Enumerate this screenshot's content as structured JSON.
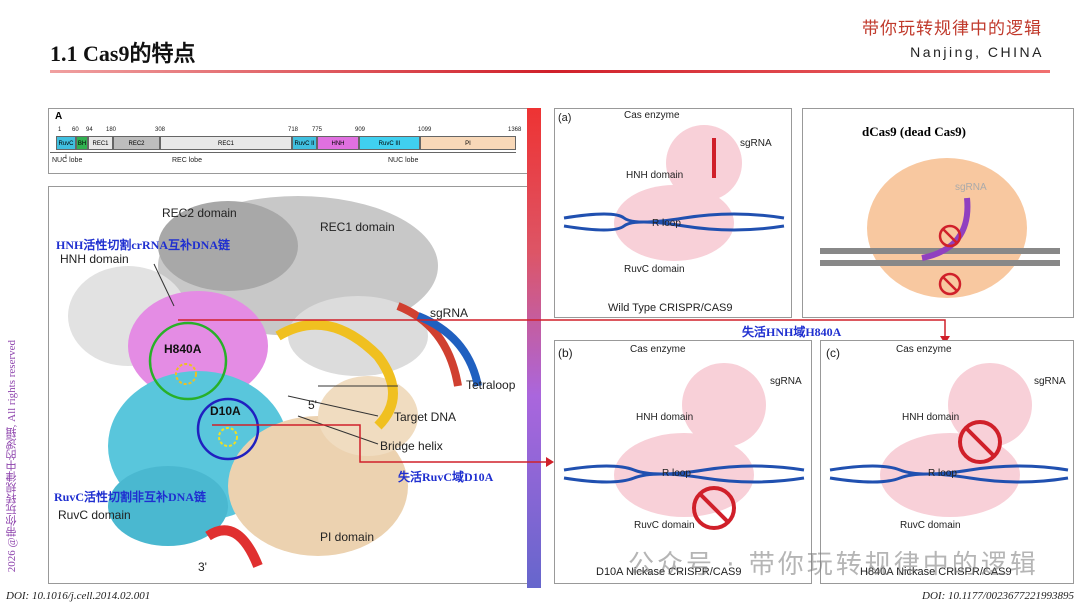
{
  "header": {
    "title": "1.1 Cas9的特点",
    "brand": "带你玩转规律中的逻辑",
    "location": "Nanjing, CHINA"
  },
  "side_watermark": "2026 @带你玩转规律中的逻辑, All rights reserved",
  "footer": {
    "doi_left": "DOI: 10.1016/j.cell.2014.02.001",
    "doi_right": "DOI: 10.1177/0023677221993895"
  },
  "domain_bar": {
    "panel_label": "A",
    "positions": [
      "1",
      "60",
      "94",
      "180",
      "308",
      "718",
      "775",
      "909",
      "1099",
      "1368"
    ],
    "segments": [
      "RuvC I",
      "BH",
      "REC1",
      "REC2",
      "REC1",
      "RuvC II",
      "HNH",
      "RuvC III",
      "PI"
    ],
    "lobes": [
      "NUC lobe",
      "REC lobe",
      "NUC lobe"
    ]
  },
  "structure": {
    "labels": {
      "rec2": "REC2 domain",
      "rec1": "REC1 domain",
      "hnh": "HNH domain",
      "h840a": "H840A",
      "d10a": "D10A",
      "sgrna": "sgRNA",
      "tetraloop": "Tetraloop",
      "five_prime": "5'",
      "target_dna": "Target DNA",
      "bridge_helix": "Bridge helix",
      "ruvc": "RuvC domain",
      "pi": "PI domain",
      "three_prime": "3'"
    },
    "notes": {
      "hnh_note": "HNH活性切割crRNA互补DNA链",
      "ruvc_note": "RuvC活性切割非互补DNA链"
    }
  },
  "arrows": {
    "hnh_inactive": "失活HNH域H840A",
    "ruvc_inactive": "失活RuvC域D10A"
  },
  "panels": {
    "a": {
      "tag": "(a)",
      "cas": "Cas enzyme",
      "sgrna": "sgRNA",
      "hnh": "HNH domain",
      "rloop": "R loop",
      "ruvc": "RuvC domain",
      "caption": "Wild Type CRISPR/CAS9"
    },
    "dcas9": {
      "title": "dCas9 (dead Cas9)",
      "sgrna": "sgRNA"
    },
    "b": {
      "tag": "(b)",
      "cas": "Cas enzyme",
      "sgrna": "sgRNA",
      "hnh": "HNH domain",
      "rloop": "R loop",
      "ruvc": "RuvC domain",
      "caption": "D10A Nickase CRISPR/CAS9"
    },
    "c": {
      "tag": "(c)",
      "cas": "Cas enzyme",
      "sgrna": "sgRNA",
      "hnh": "HNH domain",
      "rloop": "R loop",
      "ruvc": "RuvC domain",
      "caption": "H840A Nickase CRISPR/CAS9"
    }
  },
  "watermark": "公众号 · 带你玩转规律中的逻辑",
  "colors": {
    "accent_red": "#d0202a",
    "note_blue": "#1f2fd0",
    "hnh_magenta": "#e070e0",
    "ruvc_cyan": "#40c0e0",
    "pi_tan": "#f0d0b0"
  }
}
